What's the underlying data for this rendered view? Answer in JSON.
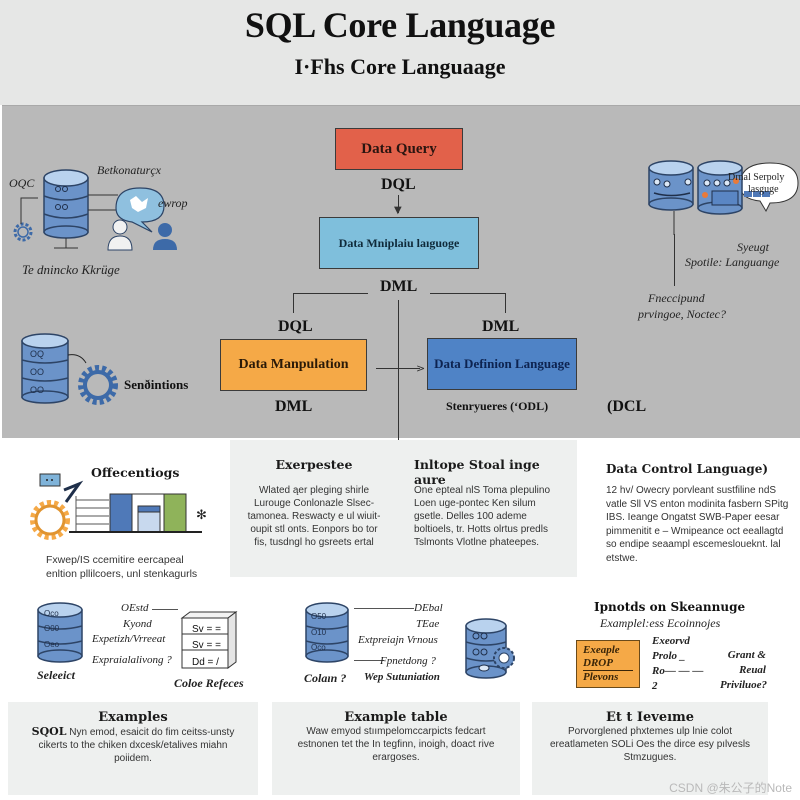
{
  "header": {
    "title": "SQL Core Language",
    "subtitle": "I·Fhs Core Languaage"
  },
  "diagram": {
    "boxes": {
      "data_query": "Data Query",
      "data_manipulation_language": "Data Mniplaiu laıguoge",
      "data_manipulation": "Data Manpulation",
      "data_definition_language": "Data Definion Language"
    },
    "labels": {
      "dql_top": "DQL",
      "dml_center": "DML",
      "dql_left": "DQL",
      "dml_right": "DML",
      "dml_bottom_left": "DML",
      "ddl_caption": "Stenryueres (ʻODL)",
      "dcl": "(DCL"
    },
    "left_top_illustration": {
      "label_ooc": "OQC",
      "label_network": "Betkonaturçx",
      "label_user": "ewrop",
      "caption": "Te dnincko Kkrüge"
    },
    "left_mid_illustration": {
      "caption": "Senðintions",
      "db_rows": [
        "OQ",
        "OO",
        "OO"
      ]
    },
    "right_top_illustration": {
      "bubble_line1": "Drnal Serpoly",
      "bubble_line2": "lasguge",
      "caption_line1": "Syeugt",
      "caption_line2": "Spotile: Languange",
      "note_line1": "Fneccipund",
      "note_line2": "prvingoe, Noctec?"
    }
  },
  "sections": [
    {
      "title": "Offecentiogs",
      "text": "Fxwep/IS ccemitire eercapeal enltion pllilcoers, unl stenkagurls",
      "icon_mark": "✻"
    },
    {
      "title": "Exerpestee",
      "text": "Wlated ąer pleging shirle Lurouge Conlonazle Slsec-tamonea. Reswacty e ul wiuit-oupit stl onts. Eonpors bo tor fis, tusdngl ho gsreets ertal"
    },
    {
      "title": "Inltope Stoal inge aure",
      "text": "One epteal nlS Toma plepulino Loen uge-pontec Ken silum gsetle. Delles 100 ademe boltioels, tr. Hotts olrtus predls Tslmonts Vlotlne phateepes."
    },
    {
      "title": "Data Control Language)",
      "text": "12 hv/ Owecry porvleant sustfiline ndS vatle Sll VS enton modinita fasbern SPitg IBS. Ieange Ongatst SWB-Paper eesar pimmenitit e – Wmipeance oct eeallagtd so endipe seaampl escemesloueknt. lal etstwe."
    }
  ],
  "examples_row": {
    "left": {
      "db_label": "Seleeict",
      "db_rows": [
        "Oco",
        "O00",
        "Oeo"
      ],
      "terms": [
        "OEstd",
        "Kyond",
        "Expetizh/Vrreeat",
        "Expraialalivong ?"
      ],
      "table_rows": [
        "Sv = =",
        "Sv = =",
        "Dd = /"
      ],
      "table_caption": "Coloe Refeces"
    },
    "middle": {
      "db_label": "Colaın ?",
      "db_rows": [
        "O50",
        "O10",
        "Oco"
      ],
      "terms": [
        "DEbal",
        "TEae",
        "Extpreiajn Vrnous",
        "Fpnetdong ?",
        "Wep Sutuniation"
      ]
    },
    "right": {
      "title": "Ipnotds on Skeannuge",
      "subtitle": "Examplel:ess Ecoinnojes",
      "badge_lines": [
        "Exeaple",
        "DROP",
        "Plevons"
      ],
      "col1": [
        "Exeorvd",
        "Prolo _",
        "Ro— — —",
        "2"
      ],
      "col2": [
        "Grant &",
        "Reual",
        "Priviluoe?"
      ]
    }
  },
  "bottom_cards": [
    {
      "title": "Examples",
      "lead": "SQOL",
      "text": "Nyn emod, esaicit do fim ceitss-unsty cikerts to the chiken dxcesk/etalives miahn poiidem."
    },
    {
      "title": "Example table",
      "lead": "",
      "text": "Waw emyod stıımpelomccarpicts fedcart estnonen tet the In tegfinn, inoigh, doact rive erargoses."
    },
    {
      "title": "Et t Ieveıme",
      "lead": "",
      "text": "Porvorglened phxtemes ulp lnie colot ereatlameten SOLi Oes the dirce esy pılvesls Stmzugues."
    }
  ],
  "watermark": "CSDN @朱公子的Note",
  "colors": {
    "query_red": "#e2614a",
    "manipulation_blue_light": "#7fbfdc",
    "manipulation_orange": "#f5a947",
    "definition_blue": "#4f83c6",
    "panel_gray": "#b9b9b9",
    "db_blue": "#6b93c9"
  }
}
